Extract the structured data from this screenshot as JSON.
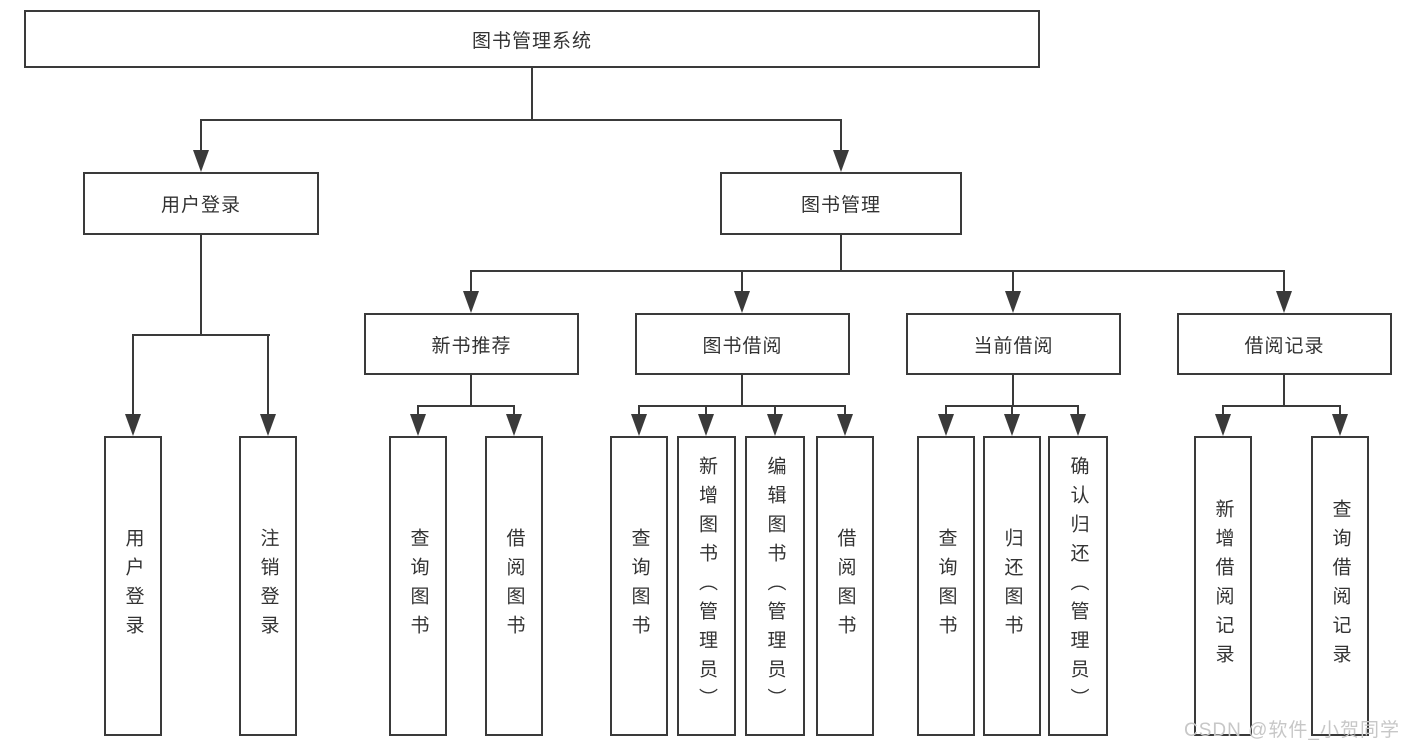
{
  "tree": {
    "root": "图书管理系统",
    "children": [
      {
        "label": "用户登录",
        "children": [
          {
            "label": "用户登录"
          },
          {
            "label": "注销登录"
          }
        ]
      },
      {
        "label": "图书管理",
        "children": [
          {
            "label": "新书推荐",
            "children": [
              {
                "label": "查询图书"
              },
              {
                "label": "借阅图书"
              }
            ]
          },
          {
            "label": "图书借阅",
            "children": [
              {
                "label": "查询图书"
              },
              {
                "label": "新增图书（管理员）"
              },
              {
                "label": "编辑图书（管理员）"
              },
              {
                "label": "借阅图书"
              }
            ]
          },
          {
            "label": "当前借阅",
            "children": [
              {
                "label": "查询图书"
              },
              {
                "label": "归还图书"
              },
              {
                "label": "确认归还（管理员）"
              }
            ]
          },
          {
            "label": "借阅记录",
            "children": [
              {
                "label": "新增借阅记录"
              },
              {
                "label": "查询借阅记录"
              }
            ]
          }
        ]
      }
    ]
  },
  "watermark": {
    "text": "CSDN @软件_小贺同学"
  },
  "colors": {
    "line": "#3a3a3a",
    "text": "#333333",
    "watermark": "#c7c7c7",
    "background": "#ffffff"
  }
}
